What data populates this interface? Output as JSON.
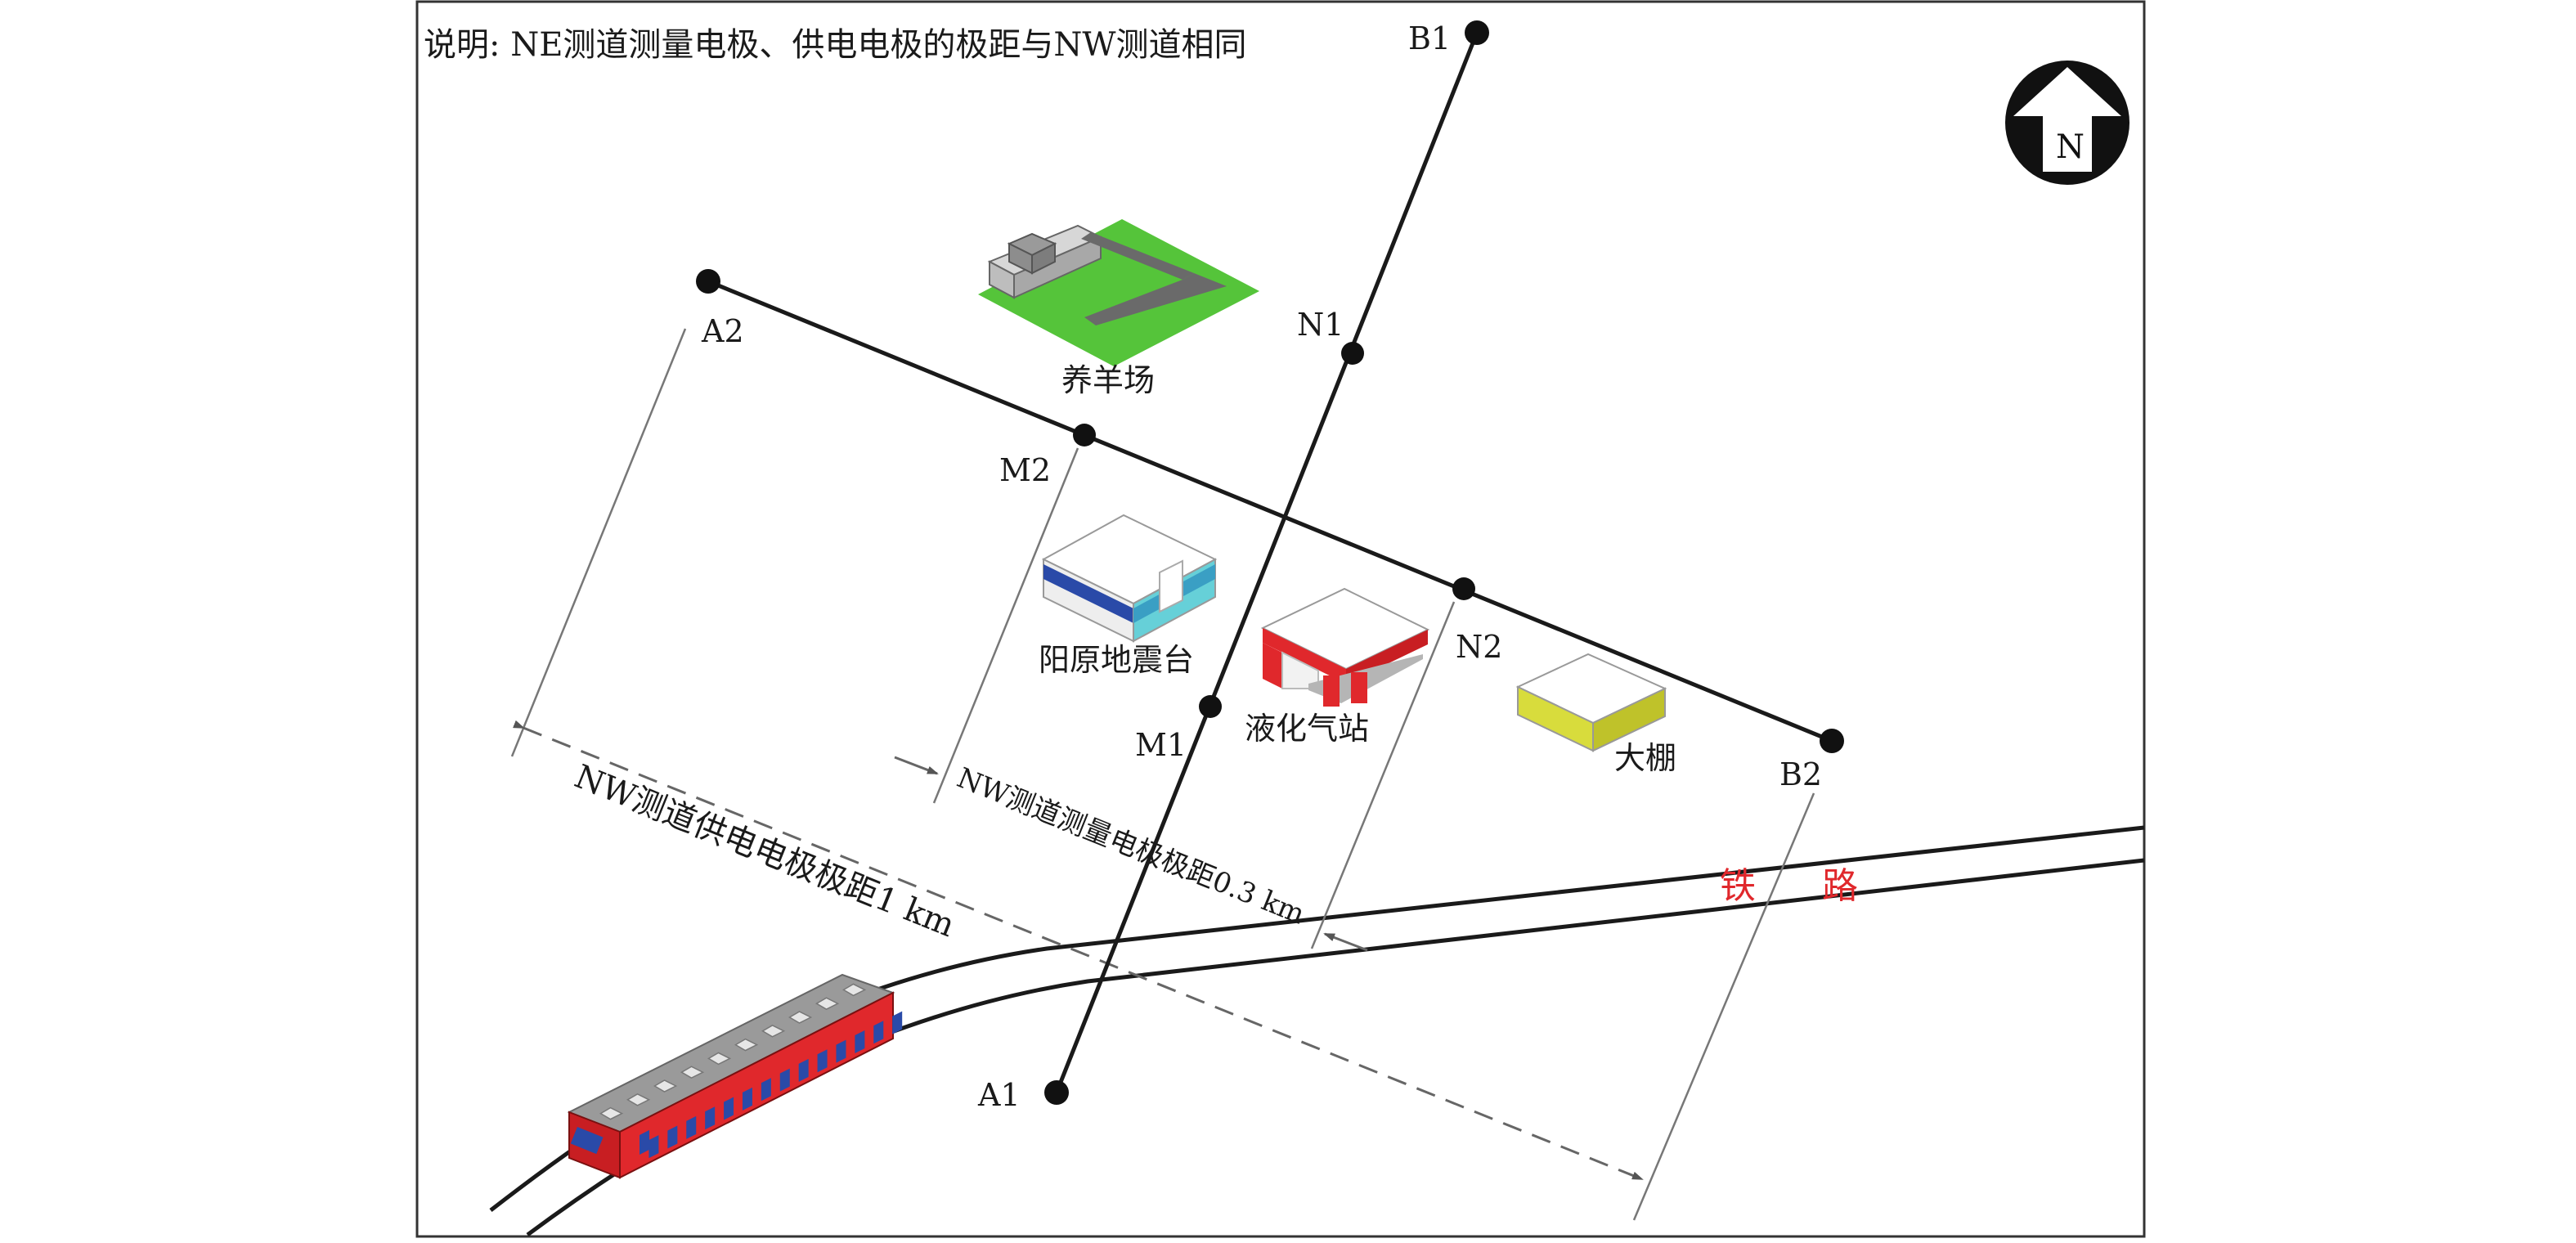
{
  "note": "说明: NE测道测量电极、供电电极的极距与NW测道相同",
  "north_label": "N",
  "electrodes": {
    "B1": "B1",
    "N1": "N1",
    "M1": "M1",
    "A1": "A1",
    "A2": "A2",
    "M2": "M2",
    "N2": "N2",
    "B2": "B2"
  },
  "facilities": {
    "sheep_farm": "养羊场",
    "seismic_station": "阳原地震台",
    "lpg_station": "液化气站",
    "greenhouse": "大棚"
  },
  "railway": {
    "label_left": "铁",
    "label_right": "路"
  },
  "dimensions": {
    "supply_spacing": "NW测道供电电极极距1 km",
    "measure_spacing": "NW测道测量电极极距0.3 km"
  },
  "colors": {
    "line": "#1a1a1a",
    "rail_label": "#e0282c",
    "train_body": "#e0282c",
    "train_roof": "#9a9a9a",
    "grass": "#55c43a",
    "station_blue": "#2a4aa8",
    "station_cyan": "#66d0d8",
    "greenhouse_yellow": "#d8dc3c"
  }
}
